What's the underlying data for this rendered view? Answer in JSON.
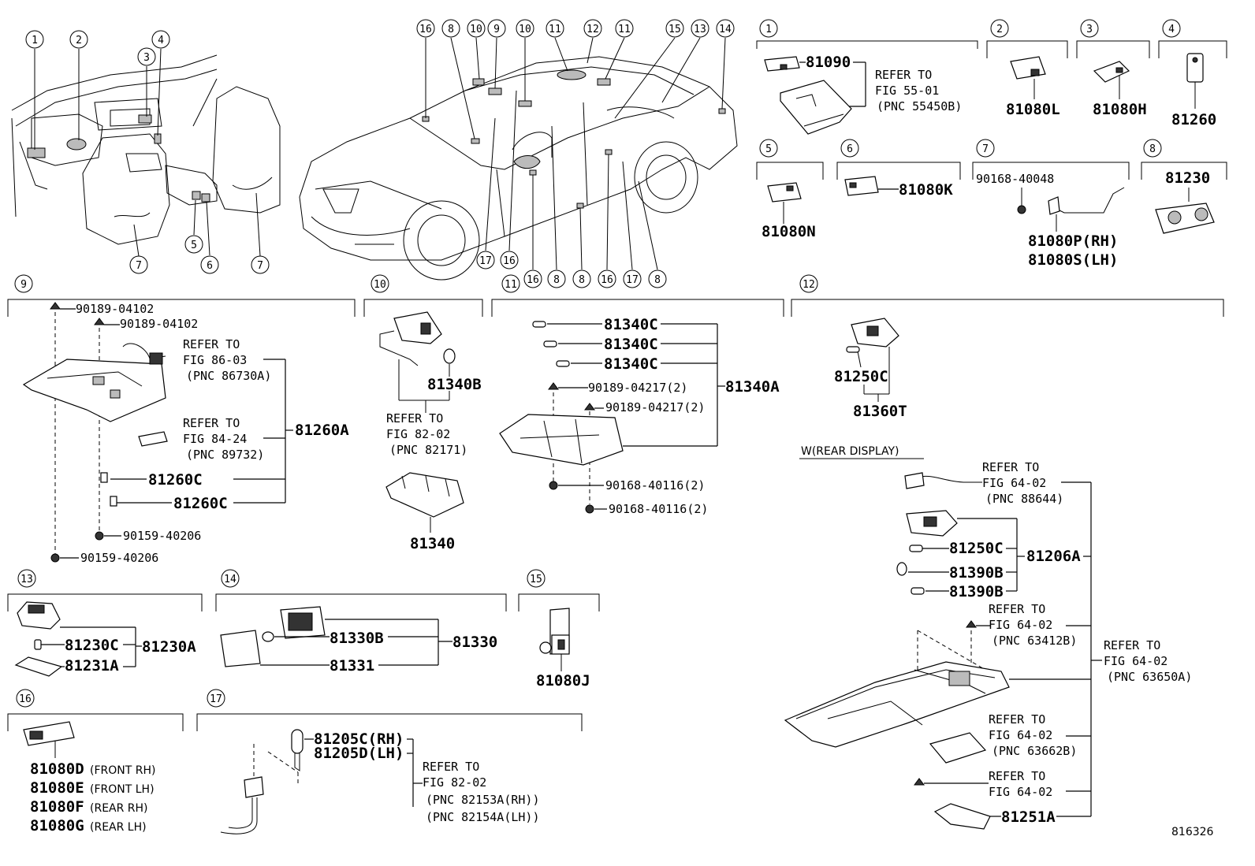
{
  "diagram_id": "816326",
  "section_title": "W(REAR DISPLAY)",
  "callouts": [
    "1",
    "2",
    "3",
    "4",
    "5",
    "6",
    "7",
    "8",
    "9",
    "10",
    "11",
    "12",
    "13",
    "14",
    "15",
    "16",
    "17"
  ],
  "overview": {
    "interior_callouts": [
      "1",
      "2",
      "3",
      "4",
      "5",
      "6",
      "7",
      "7"
    ],
    "car_top_callouts": [
      "16",
      "8",
      "10",
      "9",
      "10",
      "11",
      "12",
      "11",
      "15",
      "13",
      "14"
    ],
    "car_bottom_callouts": [
      "17",
      "16",
      "16",
      "8",
      "8",
      "16",
      "17",
      "8"
    ]
  },
  "panels": {
    "p1": {
      "callout": "1",
      "pn": "81090",
      "ref": [
        "REFER TO",
        "FIG 55-01",
        "(PNC 55450B)"
      ]
    },
    "p2": {
      "callout": "2",
      "pn": "81080L"
    },
    "p3": {
      "callout": "3",
      "pn": "81080H"
    },
    "p4": {
      "callout": "4",
      "pn": "81260"
    },
    "p5": {
      "callout": "5",
      "pn": "81080N"
    },
    "p6": {
      "callout": "6",
      "pn": "81080K"
    },
    "p7": {
      "callout": "7",
      "screw": "90168-40048",
      "pn_rh": "81080P(RH)",
      "pn_lh": "81080S(LH)"
    },
    "p8": {
      "callout": "8",
      "pn": "81230"
    },
    "p9": {
      "callout": "9",
      "clip1": "90189-04102",
      "clip2": "90189-04102",
      "ref1": [
        "REFER TO",
        "FIG 86-03",
        "(PNC 86730A)"
      ],
      "ref2": [
        "REFER TO",
        "FIG 84-24",
        "(PNC 89732)"
      ],
      "assy": "81260A",
      "bulb1": "81260C",
      "bulb2": "81260C",
      "screw1": "90159-40206",
      "screw2": "90159-40206"
    },
    "p10": {
      "callout": "10",
      "bulb": "81340B",
      "ref": [
        "REFER TO",
        "FIG 82-02",
        "(PNC 82171)"
      ],
      "pn": "81340"
    },
    "p11": {
      "callout": "11",
      "bulb1": "81340C",
      "bulb2": "81340C",
      "bulb3": "81340C",
      "clip1": "90189-04217(2)",
      "clip2": "90189-04217(2)",
      "assy": "81340A",
      "screw1": "90168-40116(2)",
      "screw2": "90168-40116(2)"
    },
    "p12": {
      "callout": "12",
      "bulb": "81250C",
      "pn": "81360T"
    },
    "rear_display": {
      "ref_top": [
        "REFER TO",
        "FIG 64-02",
        "(PNC 88644)"
      ],
      "bulb": "81250C",
      "bulb2": "81390B",
      "bulb3": "81390B",
      "assy": "81206A",
      "ref_clip": [
        "REFER TO",
        "FIG 64-02",
        "(PNC 63412B)"
      ],
      "ref_main": [
        "REFER TO",
        "FIG 64-02",
        "(PNC 63650A)"
      ],
      "ref_cover": [
        "REFER TO",
        "FIG 64-02",
        "(PNC 63662B)"
      ],
      "ref_clip2": [
        "REFER TO",
        "FIG 64-02"
      ],
      "lamp": "81251A"
    },
    "p13": {
      "callout": "13",
      "bulb": "81230C",
      "assy": "81230A",
      "lens": "81231A"
    },
    "p14": {
      "callout": "14",
      "bulb": "81330B",
      "assy": "81330",
      "lens": "81331"
    },
    "p15": {
      "callout": "15",
      "pn": "81080J"
    },
    "p16": {
      "callout": "16",
      "items": [
        {
          "pn": "81080D",
          "note": "(FRONT RH)"
        },
        {
          "pn": "81080E",
          "note": "(FRONT LH)"
        },
        {
          "pn": "81080F",
          "note": "(REAR RH)"
        },
        {
          "pn": "81080G",
          "note": "(REAR LH)"
        }
      ]
    },
    "p17": {
      "callout": "17",
      "pn_rh": "81205C(RH)",
      "pn_lh": "81205D(LH)",
      "ref": [
        "REFER TO",
        "FIG 82-02",
        "(PNC 82153A(RH))",
        "(PNC 82154A(LH))"
      ]
    }
  }
}
